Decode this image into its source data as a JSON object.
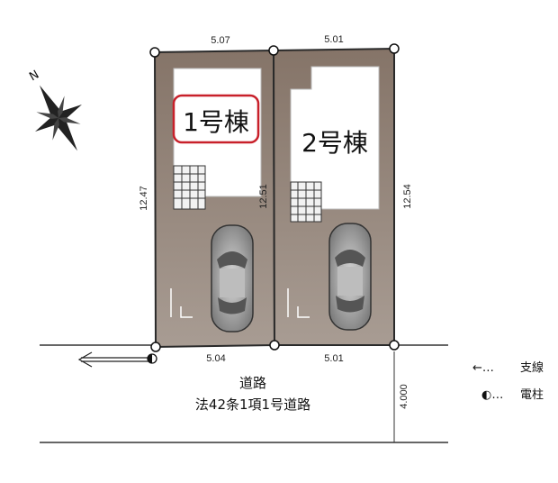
{
  "lots": [
    {
      "label": "1号棟",
      "top_width": "5.07",
      "bottom_width": "5.04",
      "left_depth": "12.47",
      "right_depth": "12.51"
    },
    {
      "label": "2号棟",
      "top_width": "5.01",
      "bottom_width": "5.01",
      "right_depth": "12.54"
    }
  ],
  "compass": {
    "north_label": "N"
  },
  "road": {
    "name": "道路",
    "classification": "法42条1項1号道路",
    "width": "4.000"
  },
  "legend": [
    {
      "symbol": "←…",
      "label": "支線",
      "icon": "guy-wire-arrow-icon"
    },
    {
      "symbol": "◐…",
      "label": "電柱",
      "icon": "utility-pole-icon"
    }
  ],
  "colors": {
    "lot_fill": "#8a7a70",
    "house_fill": "#ffffff",
    "boundary": "#2a2a2a",
    "highlight": "#c8202a"
  }
}
